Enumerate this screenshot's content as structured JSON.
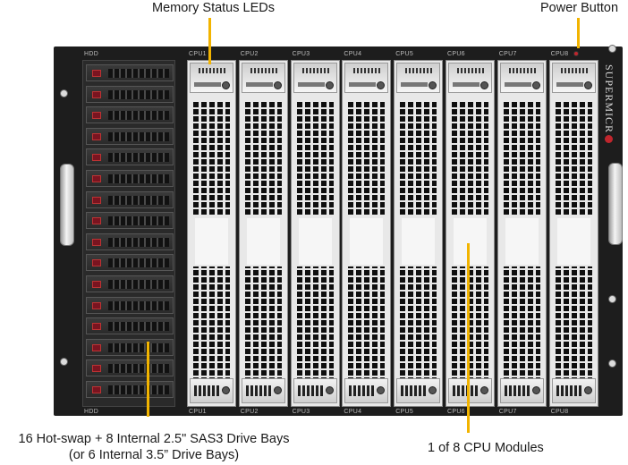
{
  "callouts": {
    "memory_leds": "Memory Status LEDs",
    "power_button": "Power Button",
    "drive_bays_line1": "16 Hot-swap + 8 Internal 2.5\" SAS3 Drive Bays",
    "drive_bays_line2": "(or 6 Internal 3.5” Drive Bays)",
    "cpu_modules": "1 of 8 CPU Modules"
  },
  "chassis": {
    "hdd_label_top": "HDD",
    "hdd_label_bottom": "HDD",
    "brand": "SUPERMICR",
    "cpu_labels": [
      "CPU1",
      "CPU2",
      "CPU3",
      "CPU4",
      "CPU5",
      "CPU6",
      "CPU7",
      "CPU8"
    ],
    "drive_count": 16
  },
  "colors": {
    "leader": "#f2b400",
    "chassis": "#1d1d1d",
    "module": "#e8e8e8",
    "drive_led": "#7a1420",
    "accent_red": "#c0262d"
  }
}
